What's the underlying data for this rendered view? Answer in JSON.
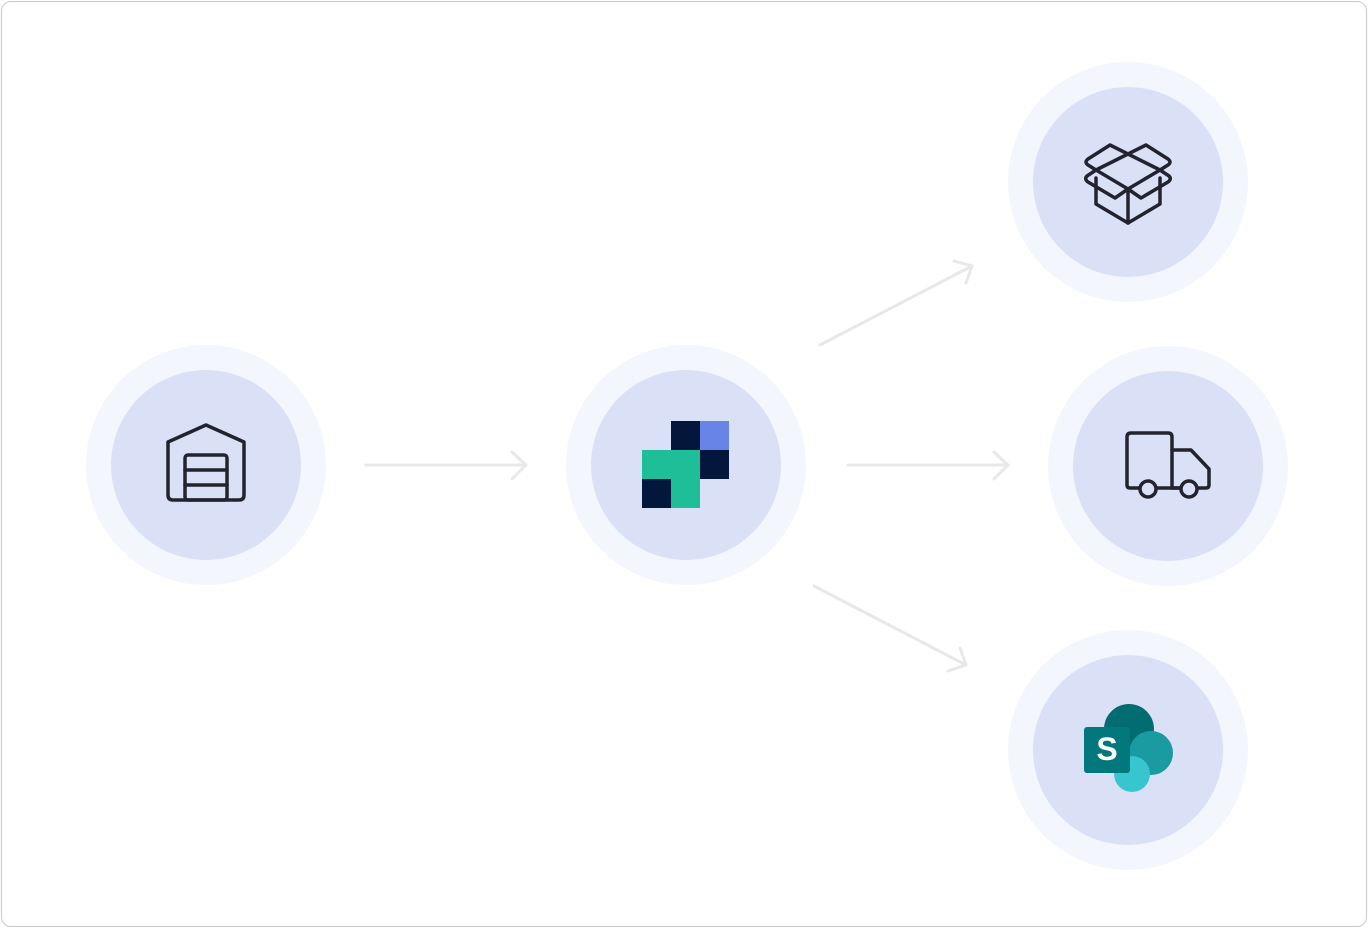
{
  "diagram": {
    "nodes": [
      {
        "id": "warehouse",
        "icon": "warehouse-icon"
      },
      {
        "id": "hub",
        "icon": "hub-logo-icon"
      },
      {
        "id": "package",
        "icon": "package-box-icon"
      },
      {
        "id": "truck",
        "icon": "delivery-truck-icon"
      },
      {
        "id": "sharepoint",
        "icon": "sharepoint-logo-icon"
      }
    ],
    "edges": [
      {
        "from": "warehouse",
        "to": "hub"
      },
      {
        "from": "hub",
        "to": "package"
      },
      {
        "from": "hub",
        "to": "truck"
      },
      {
        "from": "hub",
        "to": "sharepoint"
      }
    ],
    "colors": {
      "halo": "#f4f6fd",
      "core": "#dae1f7",
      "icon_stroke": "#23232f",
      "connector": "#e8e8e8",
      "hub_navy": "#03173c",
      "hub_teal": "#1ebf98",
      "hub_blue": "#6884e7",
      "sharepoint_dark": "#036c70",
      "sharepoint_mid": "#1a9ba1",
      "sharepoint_light": "#37c6d0"
    }
  },
  "sharepoint_logo": {
    "letter": "S"
  }
}
